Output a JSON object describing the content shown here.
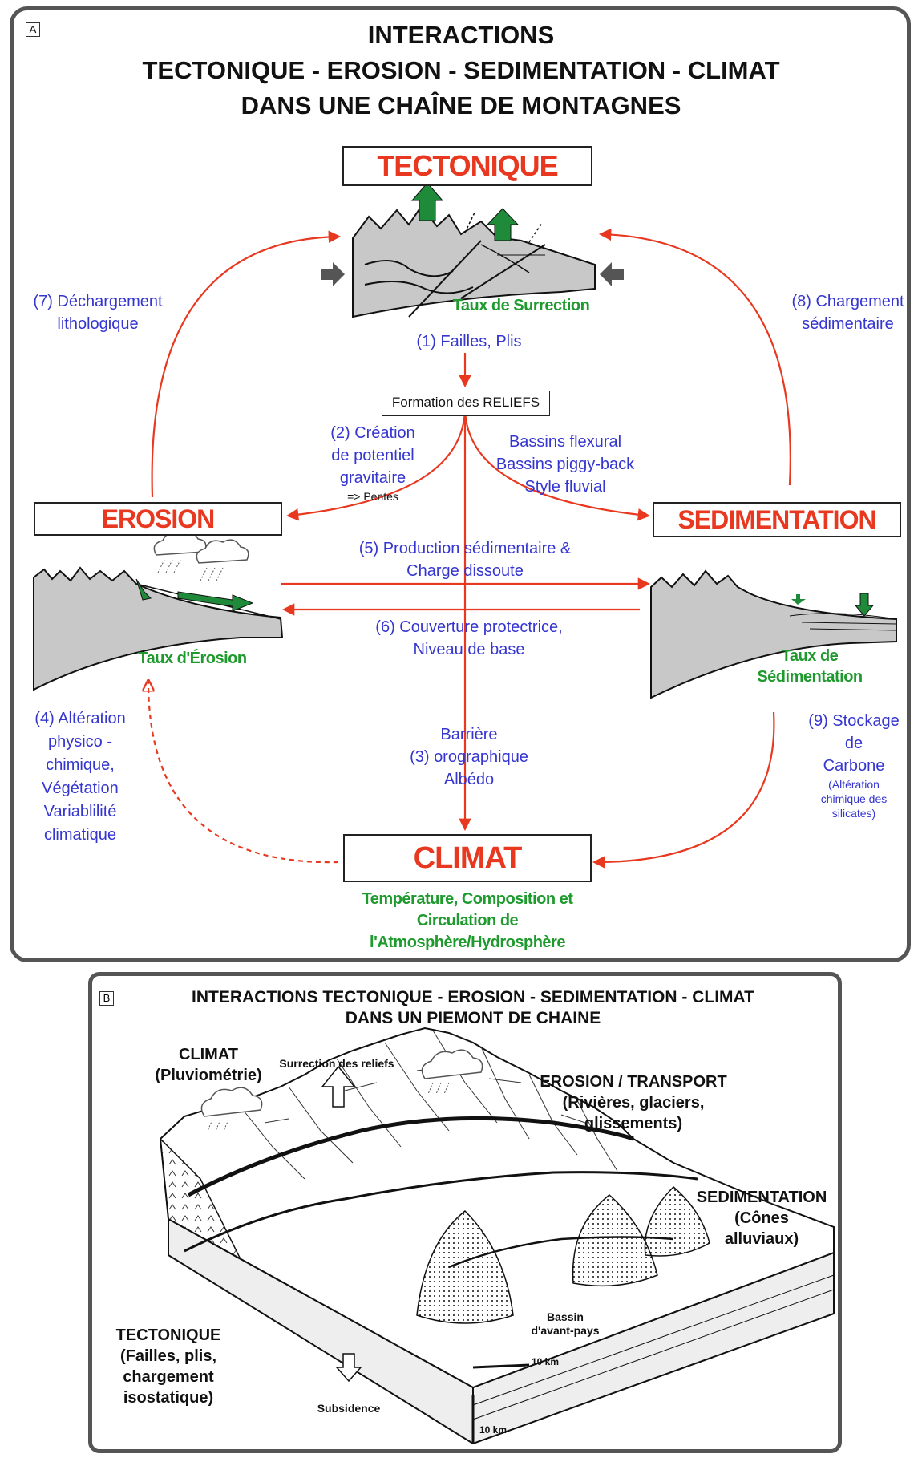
{
  "panel_a": {
    "tag": "A",
    "title_lines": [
      "INTERACTIONS",
      "TECTONIQUE - EROSION - SEDIMENTATION - CLIMAT",
      "DANS UNE CHAÎNE DE MONTAGNES"
    ],
    "nodes": {
      "tectonique": "TECTONIQUE",
      "erosion": "EROSION",
      "sedimentation": "SEDIMENTATION",
      "climat": "CLIMAT",
      "reliefs": "Formation des RELIEFS"
    },
    "green_labels": {
      "surrection": "Taux de Surrection",
      "erosion_rate": "Taux d'Érosion",
      "sedimentation_rate": [
        "Taux de",
        "Sédimentation"
      ],
      "atmosphere": [
        "Température, Composition et",
        "Circulation de",
        "l'Atmosphère/Hydrosphère"
      ]
    },
    "links": {
      "l1": "(1) Failles, Plis",
      "l2": [
        "(2) Création",
        "de potentiel",
        "gravitaire"
      ],
      "l2_small": "=> Pentes",
      "bassins": [
        "Bassins flexural",
        "Bassins piggy-back",
        "Style fluvial"
      ],
      "l3": [
        "Barrière",
        "(3) orographique",
        "Albédo"
      ],
      "l4": [
        "(4) Altération",
        "physico -",
        "chimique,",
        "Végétation",
        "Variablilité",
        "climatique"
      ],
      "l5": [
        "(5) Production sédimentaire &",
        "Charge dissoute"
      ],
      "l6": [
        "(6) Couverture protectrice,",
        "Niveau de base"
      ],
      "l7": [
        "(7) Déchargement",
        "lithologique"
      ],
      "l8": [
        "(8) Chargement",
        "sédimentaire"
      ],
      "l9": [
        "(9) Stockage",
        "de",
        "Carbone"
      ],
      "l9_small": [
        "(Altération",
        "chimique des",
        "silicates)"
      ]
    }
  },
  "panel_b": {
    "tag": "B",
    "title_lines": [
      "INTERACTIONS TECTONIQUE - EROSION - SEDIMENTATION - CLIMAT",
      "DANS UN PIEMONT DE CHAINE"
    ],
    "climat": [
      "CLIMAT",
      "(Pluviométrie)"
    ],
    "surrection": "Surrection des reliefs",
    "erosion": [
      "EROSION / TRANSPORT",
      "(Rivières, glaciers,",
      "glissements)"
    ],
    "sedimentation": [
      "SEDIMENTATION",
      "(Cônes",
      "alluviaux)"
    ],
    "tectonique": [
      "TECTONIQUE",
      "(Failles, plis,",
      "chargement",
      "isostatique)"
    ],
    "bassin": [
      "Bassin",
      "d'avant-pays"
    ],
    "subsidence": "Subsidence",
    "scale_h": "10 km",
    "scale_v": "10 km"
  },
  "colors": {
    "arrow_red": "#e83820",
    "link_blue": "#3535d0",
    "rate_green": "#1f9a2e",
    "uplift_green": "#1f8a3a",
    "rock_grey": "#c8c8c8"
  }
}
